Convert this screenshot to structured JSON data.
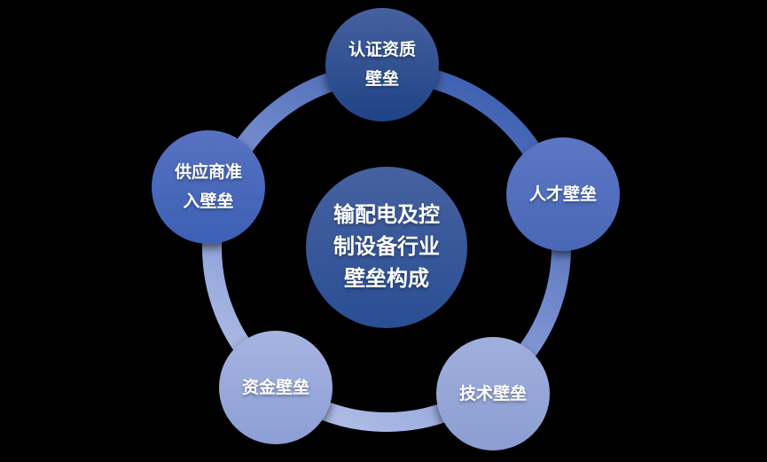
{
  "diagram": {
    "title": "输配电及控制设备行业壁垒构成",
    "background_color": "#000000",
    "text_color": "#FFFFFF",
    "center": {
      "label": "输配电及控制设备行业壁垒构成",
      "lines": [
        "输配电及控",
        "制设备行业",
        "壁垒构成"
      ],
      "fill_top": "#46619F",
      "fill_bottom": "#2A4E94"
    },
    "satellites": [
      {
        "id": "certification-barrier",
        "label": "认证资质壁垒",
        "lines": [
          "认证资质",
          "壁垒"
        ],
        "position": "top",
        "fill_top": "#46619F",
        "fill_bottom": "#1F4387"
      },
      {
        "id": "talent-barrier",
        "label": "人才壁垒",
        "lines": [
          "人才壁垒"
        ],
        "position": "right",
        "fill_top": "#5C77C4",
        "fill_bottom": "#4967B6"
      },
      {
        "id": "technology-barrier",
        "label": "技术壁垒",
        "lines": [
          "技术壁垒"
        ],
        "position": "bottom-right",
        "fill_top": "#A0AFDC",
        "fill_bottom": "#8B9DD2"
      },
      {
        "id": "capital-barrier",
        "label": "资金壁垒",
        "lines": [
          "资金壁垒"
        ],
        "position": "bottom-left",
        "fill_top": "#A6B4E1",
        "fill_bottom": "#8C9ED5"
      },
      {
        "id": "supplier-access-barrier",
        "label": "供应商准入壁垒",
        "lines": [
          "供应商准",
          "入壁垒"
        ],
        "position": "left",
        "fill_top": "#5872C0",
        "fill_bottom": "#3B60B5"
      }
    ],
    "ring": {
      "gradient": [
        "#3A5DAF",
        "#7B91D0",
        "#B4C1E8"
      ]
    }
  }
}
